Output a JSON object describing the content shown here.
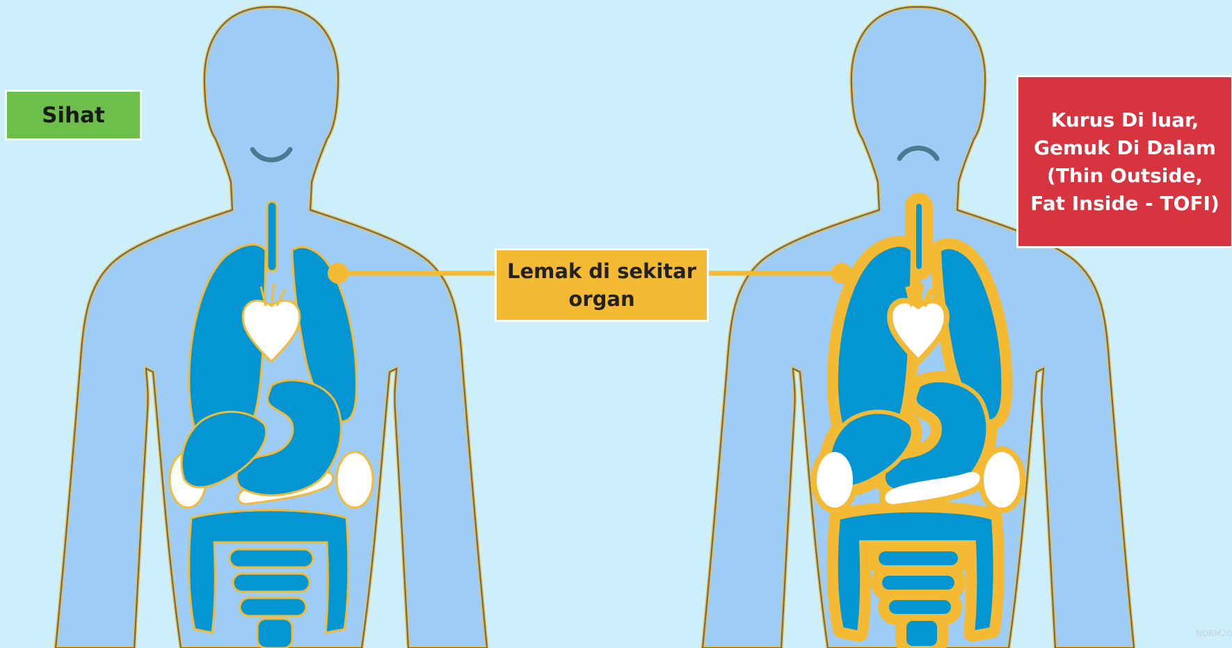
{
  "labels": {
    "healthy": "Sihat",
    "fat_around_organs": "Lemak di sekitar organ",
    "tofi": "Kurus Di luar, Gemuk Di Dalam (Thin Outside, Fat Inside - TOFI)"
  },
  "watermark": "NDRM20",
  "colors": {
    "background": "#cdeffc",
    "body": "#9dcdf7",
    "organ": "#0396d3",
    "fat": "#f5ba33",
    "healthy_label": "#6cbf4b",
    "tofi_label": "#d7343f",
    "heart": "#ffffff"
  },
  "icons": {
    "healthy_mouth": "smile-icon",
    "tofi_mouth": "frown-icon"
  }
}
